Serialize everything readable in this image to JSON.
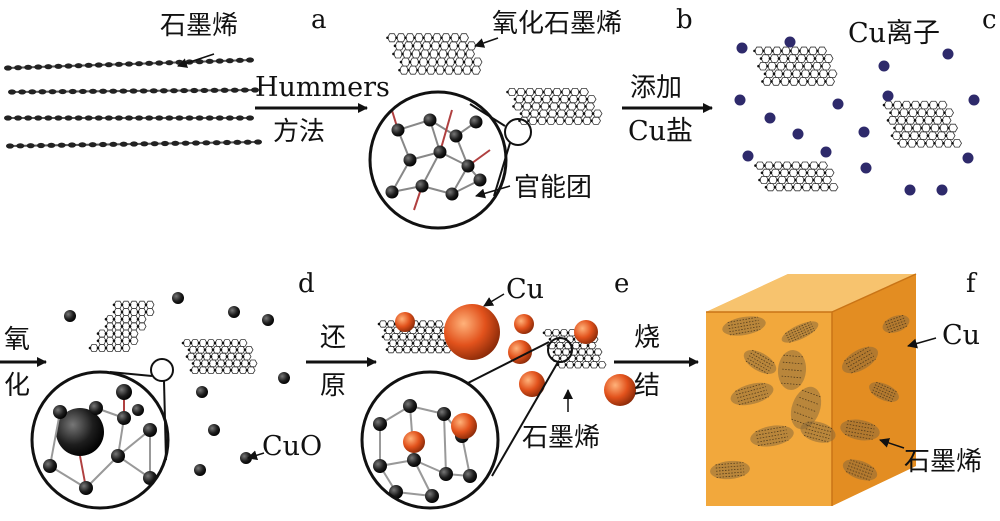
{
  "panel_letters": {
    "a": "a",
    "b": "b",
    "c": "c",
    "d": "d",
    "e": "e",
    "f": "f"
  },
  "labels": {
    "graphite": "石墨烯",
    "graphene_oxide": "氧化石墨烯",
    "cu_ion": "Cu离子",
    "functional_group": "官能团",
    "cuo": "CuO",
    "cu_reduce": "Cu",
    "graphene_reduce": "石墨烯",
    "cu_cube": "Cu",
    "graphene_cube": "石墨烯"
  },
  "arrows": {
    "hummers_top": "Hummers",
    "hummers_bottom": "方法",
    "add_top": "添加",
    "add_bottom": "Cu盐",
    "oxidize_top": "氧",
    "oxidize_bottom": "化",
    "reduce_top": "还",
    "reduce_bottom": "原",
    "sinter_top": "烧",
    "sinter_bottom": "结"
  },
  "colors": {
    "ink": "#111111",
    "atom": "#222222",
    "ion": "#2e2a6b",
    "copper": "#d9501e",
    "cube": "#f2a33a",
    "cube_dark": "#d8831a"
  }
}
